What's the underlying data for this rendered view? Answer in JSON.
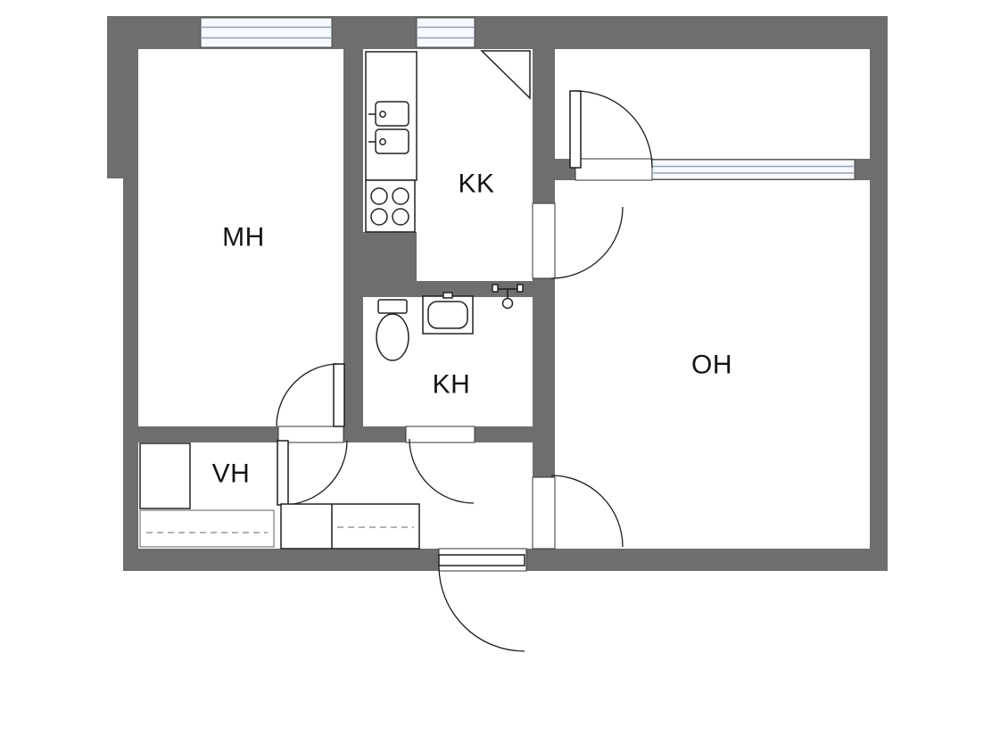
{
  "app": {
    "type": "apartment-floor-plan"
  },
  "floorplan": {
    "rooms": [
      {
        "label": "MH"
      },
      {
        "label": "KK"
      },
      {
        "label": "OH"
      },
      {
        "label": "KH"
      },
      {
        "label": "VH"
      }
    ],
    "colors": {
      "background": "#ffffff",
      "wall": "#6e6e6e",
      "line": "#1c1c1c",
      "window_fill": "#f6f9fd",
      "window_frame": "#98a2b6"
    },
    "fixtures": [
      "kitchen-counter-icon",
      "kitchen-sink-icon",
      "stove-icon",
      "fridge-corner-icon",
      "toilet-icon",
      "washbasin-icon",
      "shower-icon",
      "wardrobe-icon",
      "hall-cabinet-icon",
      "storage-dashed-icon"
    ]
  }
}
